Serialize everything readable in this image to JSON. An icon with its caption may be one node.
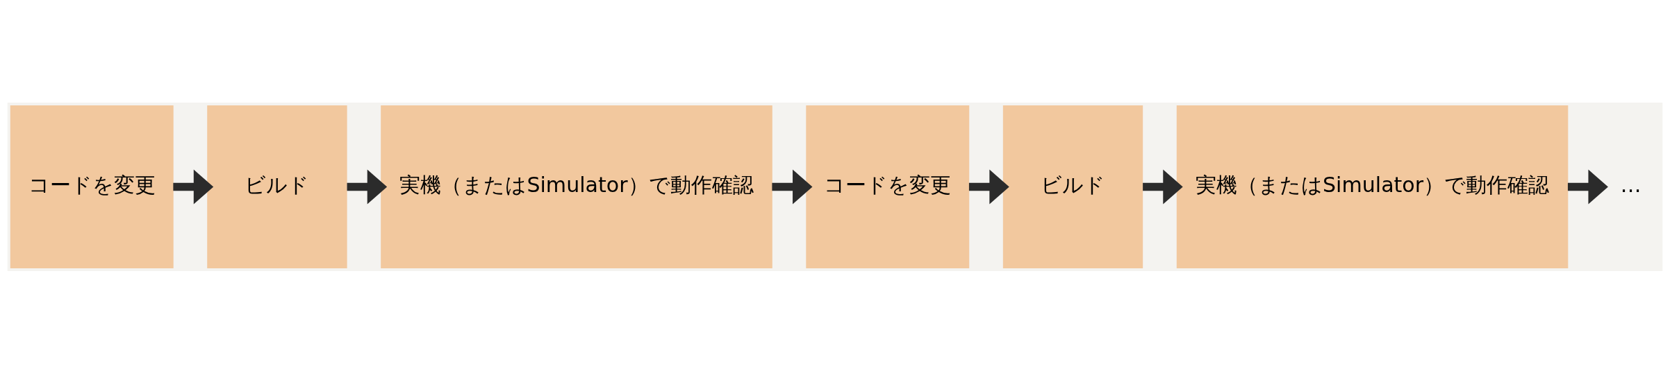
{
  "diagram": {
    "nodes": [
      {
        "text": [
          "コードを変更"
        ]
      },
      {
        "text": [
          "ビルド"
        ]
      },
      {
        "text": [
          "実機（またはSimulator）で動作確認"
        ]
      },
      {
        "text": [
          "コードを変更"
        ]
      },
      {
        "text": [
          "ビルド"
        ]
      },
      {
        "text": [
          "実機（またはSimulator）で動作確認"
        ]
      },
      {
        "text": [
          "…"
        ]
      }
    ],
    "edges": [
      {
        "from": 0,
        "to": 1,
        "arrow": "to"
      },
      {
        "from": 1,
        "to": 2,
        "arrow": "to"
      },
      {
        "from": 2,
        "to": 3,
        "arrow": "to"
      },
      {
        "from": 3,
        "to": 4,
        "arrow": "to"
      },
      {
        "from": 4,
        "to": 5,
        "arrow": "to"
      },
      {
        "from": 5,
        "to": 6,
        "arrow": "to"
      }
    ]
  }
}
